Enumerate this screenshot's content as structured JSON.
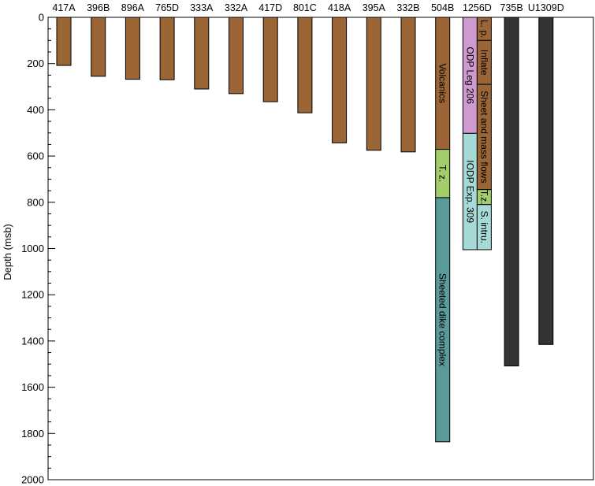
{
  "chart_data": {
    "type": "bar",
    "ylabel": "Depth (msb)",
    "ylim": [
      0,
      2000
    ],
    "y_inverted": true,
    "y_major_ticks": [
      0,
      200,
      400,
      600,
      800,
      1000,
      1200,
      1400,
      1600,
      1800,
      2000
    ],
    "y_tick_labels": [
      "0",
      "200",
      "400",
      "600",
      "800",
      "1000",
      "1200",
      "1400",
      "1600",
      "1800",
      "2000"
    ],
    "y_minor_step": 50,
    "colors": {
      "volcanics": "#9b6535",
      "transition": "#a3cc6b",
      "dikes": "#5a9a98",
      "gabbro": "#333333",
      "odp_leg": "#cf9acf",
      "iodp_exp": "#a6dad6"
    },
    "holes": [
      {
        "name": "417A",
        "segments": [
          {
            "from": 0,
            "to": 208,
            "color": "volcanics"
          }
        ]
      },
      {
        "name": "396B",
        "segments": [
          {
            "from": 0,
            "to": 255,
            "color": "volcanics"
          }
        ]
      },
      {
        "name": "896A",
        "segments": [
          {
            "from": 0,
            "to": 268,
            "color": "volcanics"
          }
        ]
      },
      {
        "name": "765D",
        "segments": [
          {
            "from": 0,
            "to": 270,
            "color": "volcanics"
          }
        ]
      },
      {
        "name": "333A",
        "segments": [
          {
            "from": 0,
            "to": 310,
            "color": "volcanics"
          }
        ]
      },
      {
        "name": "332A",
        "segments": [
          {
            "from": 0,
            "to": 330,
            "color": "volcanics"
          }
        ]
      },
      {
        "name": "417D",
        "segments": [
          {
            "from": 0,
            "to": 365,
            "color": "volcanics"
          }
        ]
      },
      {
        "name": "801C",
        "segments": [
          {
            "from": 0,
            "to": 413,
            "color": "volcanics"
          }
        ]
      },
      {
        "name": "418A",
        "segments": [
          {
            "from": 0,
            "to": 543,
            "color": "volcanics"
          }
        ]
      },
      {
        "name": "395A",
        "segments": [
          {
            "from": 0,
            "to": 575,
            "color": "volcanics"
          }
        ]
      },
      {
        "name": "332B",
        "segments": [
          {
            "from": 0,
            "to": 582,
            "color": "volcanics"
          }
        ]
      },
      {
        "name": "504B",
        "segments": [
          {
            "from": 0,
            "to": 571,
            "color": "volcanics",
            "label": "Volcanics"
          },
          {
            "from": 571,
            "to": 780,
            "color": "transition",
            "label": "T. z."
          },
          {
            "from": 780,
            "to": 1836,
            "color": "dikes",
            "label": "Sheeted dike complex"
          }
        ]
      },
      {
        "name": "1256D",
        "split": true,
        "left_segments": [
          {
            "from": 0,
            "to": 502,
            "color": "odp_leg",
            "label": "ODP Leg 206"
          },
          {
            "from": 502,
            "to": 1005,
            "color": "iodp_exp",
            "label": "IODP Exp. 309"
          }
        ],
        "right_segments": [
          {
            "from": 0,
            "to": 100,
            "color": "volcanics",
            "label": "L. p."
          },
          {
            "from": 100,
            "to": 290,
            "color": "volcanics",
            "label": "Inflate"
          },
          {
            "from": 290,
            "to": 745,
            "color": "volcanics",
            "label": "Sheet and mass flows"
          },
          {
            "from": 745,
            "to": 810,
            "color": "transition",
            "label": "T.z."
          },
          {
            "from": 810,
            "to": 1005,
            "color": "iodp_exp",
            "label": "S. intru."
          }
        ]
      },
      {
        "name": "735B",
        "segments": [
          {
            "from": 0,
            "to": 1508,
            "color": "gabbro"
          }
        ]
      },
      {
        "name": "U1309D",
        "segments": [
          {
            "from": 0,
            "to": 1415,
            "color": "gabbro"
          }
        ]
      }
    ]
  }
}
